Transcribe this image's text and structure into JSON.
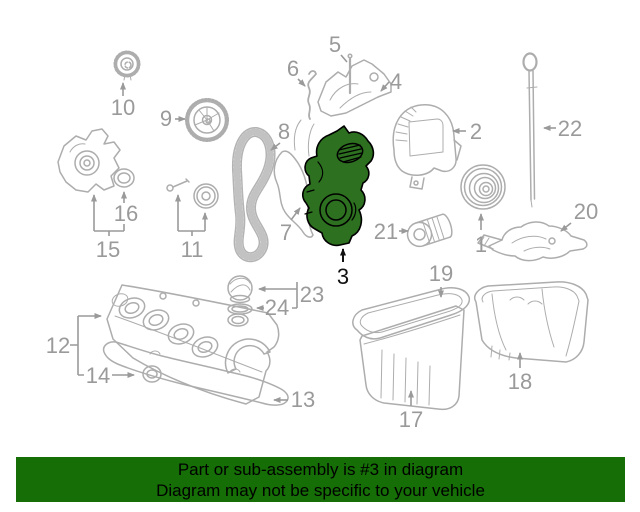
{
  "diagram": {
    "highlighted_callout": "3",
    "callouts": [
      {
        "label": "1"
      },
      {
        "label": "2"
      },
      {
        "label": "3"
      },
      {
        "label": "4"
      },
      {
        "label": "5"
      },
      {
        "label": "6"
      },
      {
        "label": "7"
      },
      {
        "label": "8"
      },
      {
        "label": "9"
      },
      {
        "label": "10"
      },
      {
        "label": "11"
      },
      {
        "label": "12"
      },
      {
        "label": "13"
      },
      {
        "label": "14"
      },
      {
        "label": "15"
      },
      {
        "label": "16"
      },
      {
        "label": "17"
      },
      {
        "label": "18"
      },
      {
        "label": "19"
      },
      {
        "label": "20"
      },
      {
        "label": "21"
      },
      {
        "label": "22"
      },
      {
        "label": "23"
      },
      {
        "label": "24"
      }
    ]
  },
  "banner": {
    "line1": "Part or sub-assembly is #3 in diagram",
    "line2": "Diagram may not be specific to your vehicle"
  },
  "colors": {
    "banner_bg": "#156e06",
    "banner_text": "#000000",
    "line_art": "#adadad",
    "label_text": "#9a9a9a",
    "highlight_fill": "#2d7020",
    "highlight_stroke": "#000000"
  }
}
